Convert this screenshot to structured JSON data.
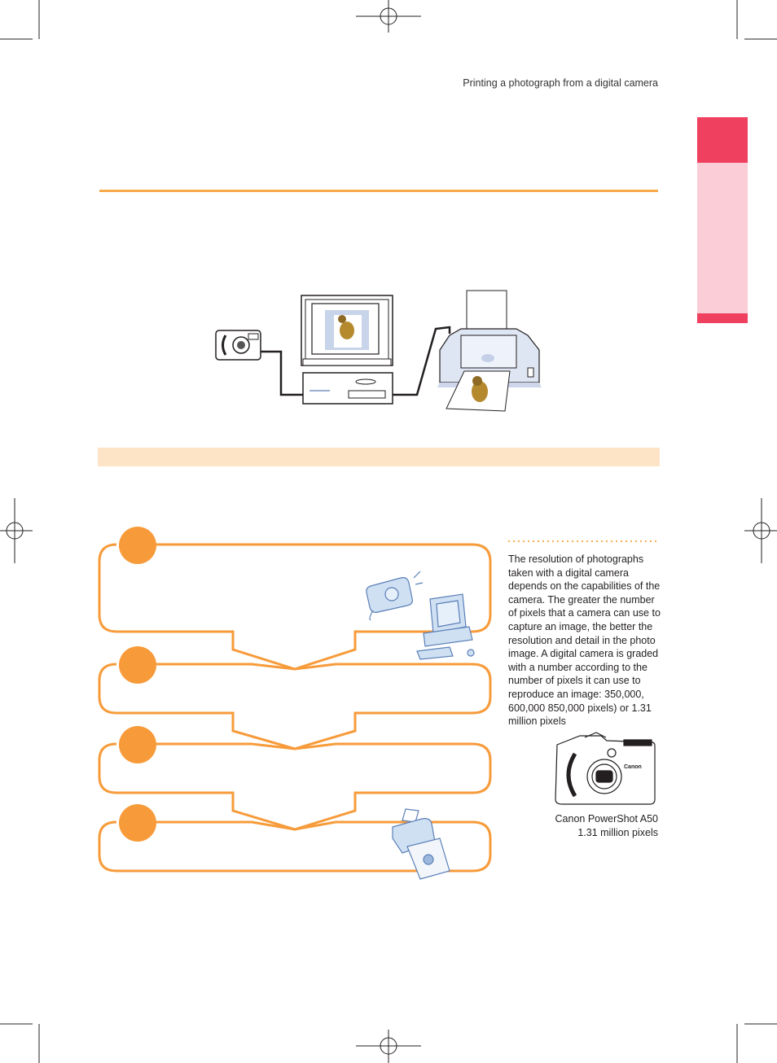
{
  "header": {
    "running_title": "Printing a photograph from a digital camera"
  },
  "sidebar": {
    "resolution_text": "The resolution of photographs taken with a digital camera depends on the capabilities of the camera. The greater the number of pixels that a camera can use to capture an image, the better the resolution and detail in the photo image. A digital camera is graded with a number according to the number of pixels it can use to reproduce an image: 350,000, 600,000 850,000 pixels) or 1.31 million pixels",
    "caption_line1": "Canon PowerShot A50",
    "caption_line2": "1.31 million pixels"
  },
  "colors": {
    "accent_orange": "#f7a94b",
    "step_orange": "#f79b3a",
    "tab_red": "#f0405f",
    "tab_pink": "#fbcdd6",
    "band_peach": "#fde4c6"
  },
  "icons": [
    "camera-icon",
    "monitor-icon",
    "computer-tower-icon",
    "printer-icon",
    "cat-photo-icon",
    "camera-sketch-icon",
    "pc-sketch-icon",
    "printer-sketch-icon",
    "powershot-camera-icon"
  ]
}
